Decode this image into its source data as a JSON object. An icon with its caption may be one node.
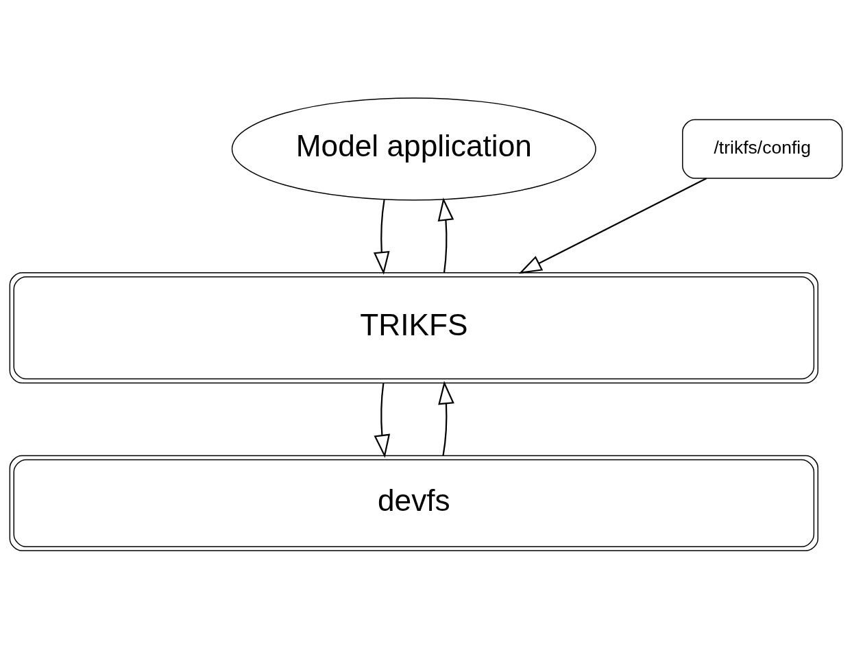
{
  "diagram": {
    "nodes": [
      {
        "text": [
          "Model application"
        ]
      },
      {
        "text": [
          "/trikfs/config"
        ]
      },
      {
        "text": [
          "TRIKFS"
        ]
      },
      {
        "text": [
          "devfs"
        ]
      }
    ],
    "edges": [
      {
        "from": 2,
        "to": 0,
        "arrow": "to"
      },
      {
        "from": 0,
        "to": 2,
        "arrow": "to"
      },
      {
        "from": 1,
        "to": 2,
        "arrow": "to"
      },
      {
        "from": 3,
        "to": 2,
        "arrow": "to"
      },
      {
        "from": 2,
        "to": 3,
        "arrow": "to"
      }
    ]
  }
}
